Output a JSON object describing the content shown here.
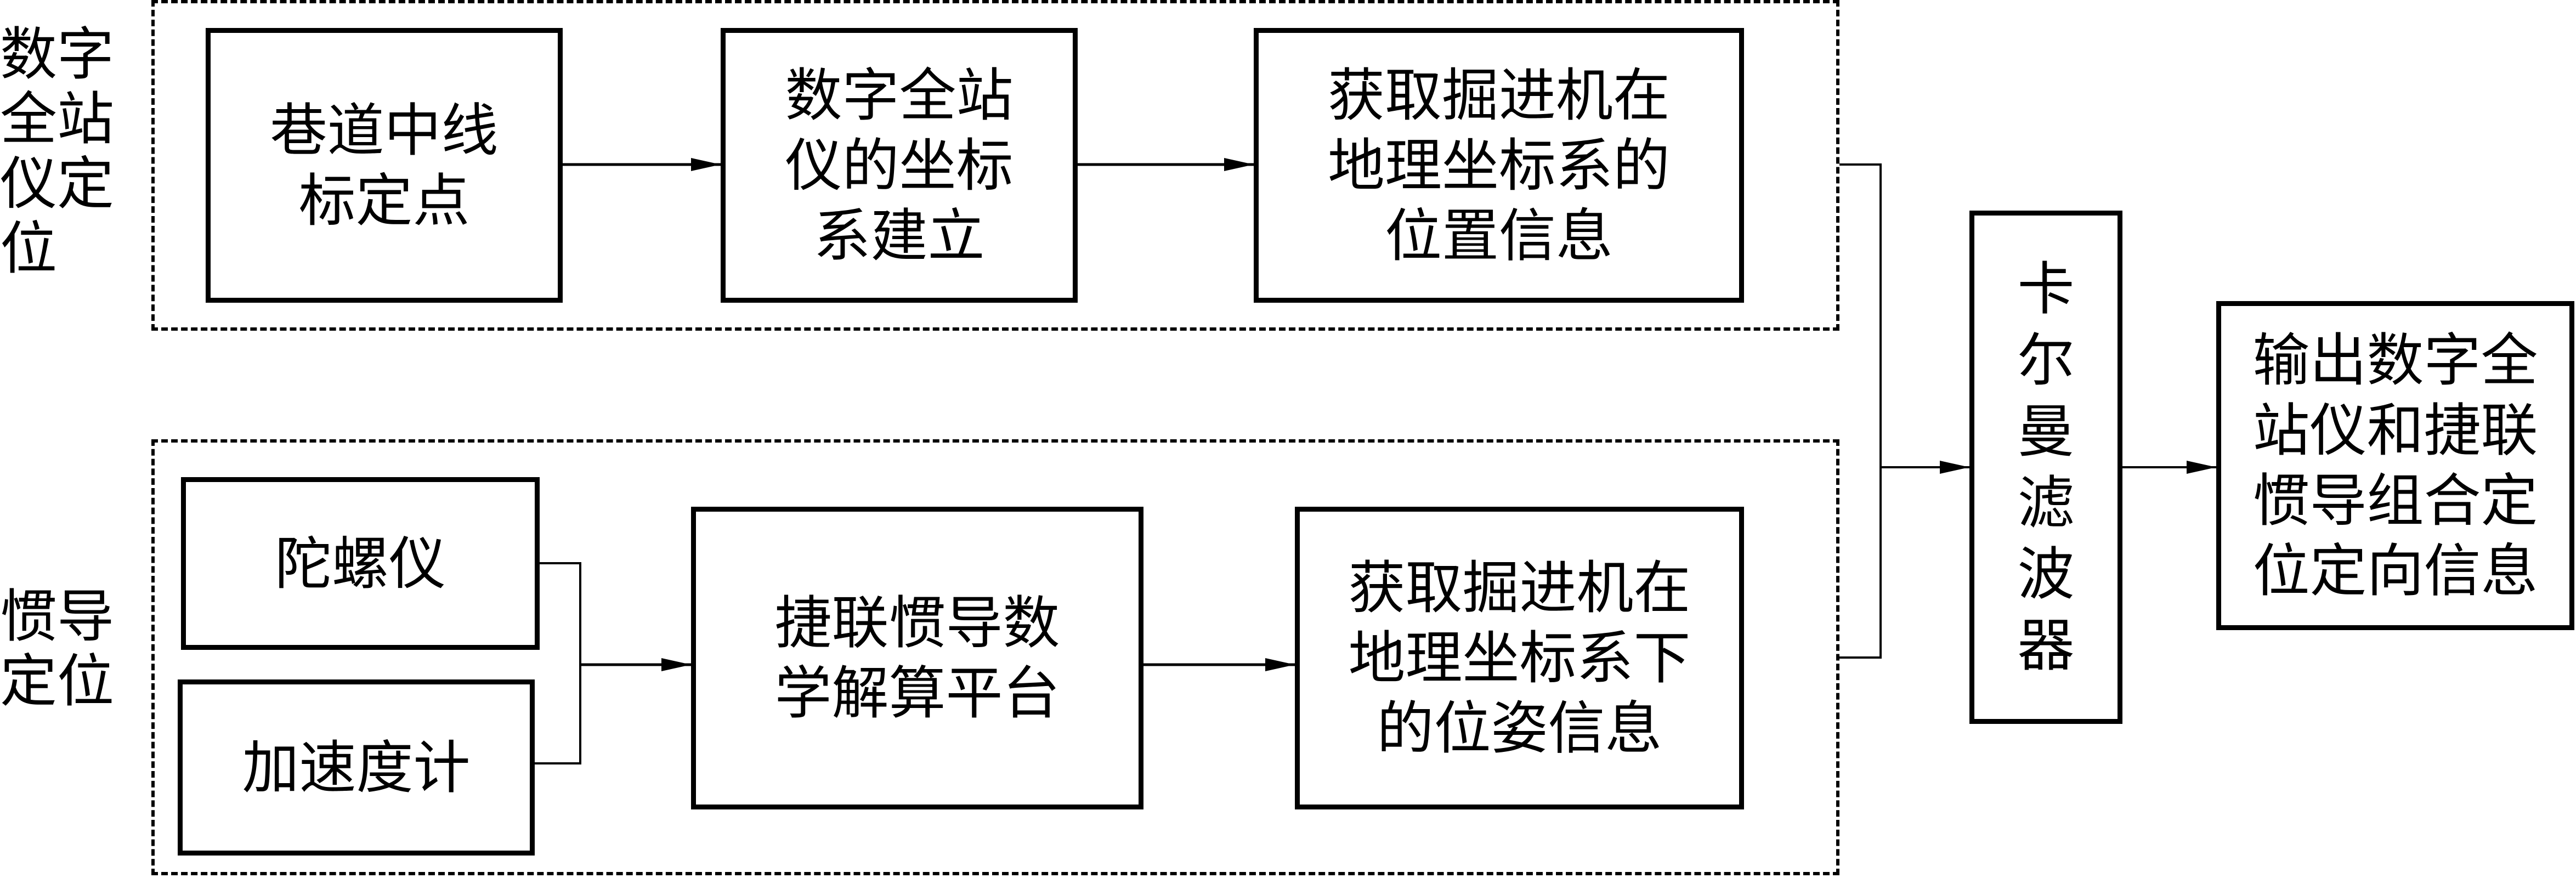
{
  "diagram": {
    "groups": {
      "total_station": {
        "label": "数字全站仪定位",
        "label_lines": [
          "数字",
          "全站",
          "仪定",
          "位"
        ]
      },
      "inertial": {
        "label": "惯导定位",
        "label_lines": [
          "惯导",
          "定位"
        ]
      }
    },
    "nodes": {
      "centerline_point": {
        "lines": [
          "巷道中线",
          "标定点"
        ]
      },
      "total_station_coord": {
        "lines": [
          "数字全站",
          "仪的坐标",
          "系建立"
        ]
      },
      "ts_position": {
        "lines": [
          "获取掘进机在",
          "地理坐标系的",
          "位置信息"
        ]
      },
      "gyroscope": {
        "lines": [
          "陀螺仪"
        ]
      },
      "accelerometer": {
        "lines": [
          "加速度计"
        ]
      },
      "sins_platform": {
        "lines": [
          "捷联惯导数",
          "学解算平台"
        ]
      },
      "ins_pose": {
        "lines": [
          "获取掘进机在",
          "地理坐标系下",
          "的位姿信息"
        ]
      },
      "kalman": {
        "lines": [
          "卡",
          "尔",
          "曼",
          "滤",
          "波",
          "器"
        ]
      },
      "output": {
        "lines": [
          "输出数字全",
          "站仪和捷联",
          "惯导组合定",
          "位定向信息"
        ]
      }
    },
    "edges": [
      {
        "from": "巷道中线标定点",
        "to": "数字全站仪的坐标系建立"
      },
      {
        "from": "数字全站仪的坐标系建立",
        "to": "获取掘进机在地理坐标系的位置信息"
      },
      {
        "from": "陀螺仪",
        "to": "捷联惯导数学解算平台"
      },
      {
        "from": "加速度计",
        "to": "捷联惯导数学解算平台"
      },
      {
        "from": "捷联惯导数学解算平台",
        "to": "获取掘进机在地理坐标系下的位姿信息"
      },
      {
        "from": "数字全站仪定位",
        "to": "卡尔曼滤波器"
      },
      {
        "from": "惯导定位",
        "to": "卡尔曼滤波器"
      },
      {
        "from": "卡尔曼滤波器",
        "to": "输出数字全站仪和捷联惯导组合定位定向信息"
      }
    ]
  }
}
